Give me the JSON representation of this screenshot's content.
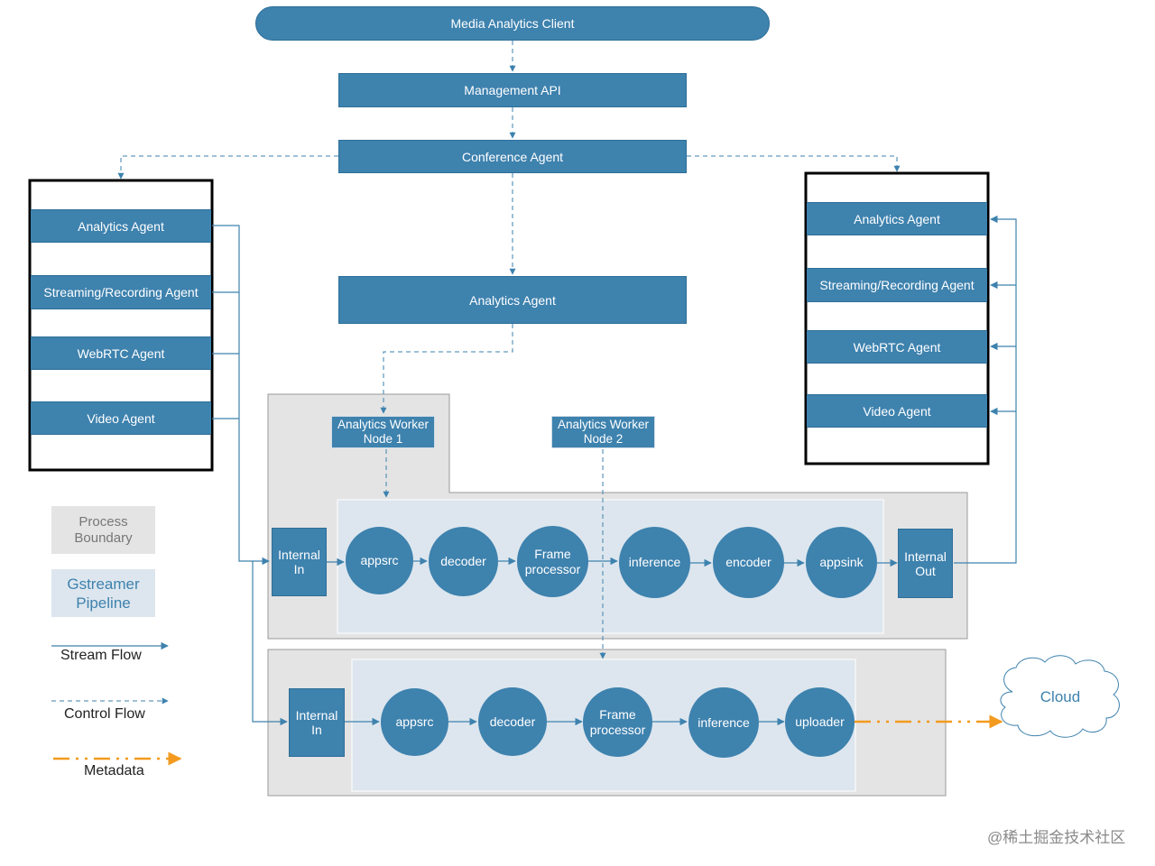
{
  "top": {
    "client": "Media Analytics Client",
    "management_api": "Management API",
    "conference_agent": "Conference Agent",
    "analytics_agent_center": "Analytics Agent"
  },
  "left_group": {
    "items": [
      "Analytics Agent",
      "Streaming/Recording Agent",
      "WebRTC Agent",
      "Video Agent"
    ]
  },
  "right_group": {
    "items": [
      "Analytics Agent",
      "Streaming/Recording Agent",
      "WebRTC Agent",
      "Video Agent"
    ]
  },
  "workers": {
    "node1": [
      "Analytics Worker",
      "Node 1"
    ],
    "node2": [
      "Analytics Worker",
      "Node 2"
    ]
  },
  "pipeline1": {
    "internal_in": [
      "Internal",
      "In"
    ],
    "internal_out": [
      "Internal",
      "Out"
    ],
    "stages": [
      [
        "appsrc"
      ],
      [
        "decoder"
      ],
      [
        "Frame",
        "processor"
      ],
      [
        "inference"
      ],
      [
        "encoder"
      ],
      [
        "appsink"
      ]
    ]
  },
  "pipeline2": {
    "internal_in": [
      "Internal",
      "In"
    ],
    "stages": [
      [
        "appsrc"
      ],
      [
        "decoder"
      ],
      [
        "Frame",
        "processor"
      ],
      [
        "inference"
      ],
      [
        "uploader"
      ]
    ]
  },
  "cloud": "Cloud",
  "legend": {
    "process_boundary": [
      "Process",
      "Boundary"
    ],
    "gstreamer_pipeline": [
      "Gstreamer",
      "Pipeline"
    ],
    "stream_flow": "Stream Flow",
    "control_flow": "Control Flow",
    "metadata": "Metadata"
  },
  "watermark": "@稀土掘金技术社区",
  "colors": {
    "box": "#3e82ae",
    "process_boundary": "#e4e4e4",
    "gstreamer_pipeline": "#dde6ee",
    "stream_line": "#3e82ae",
    "metadata": "#f39a1f"
  }
}
